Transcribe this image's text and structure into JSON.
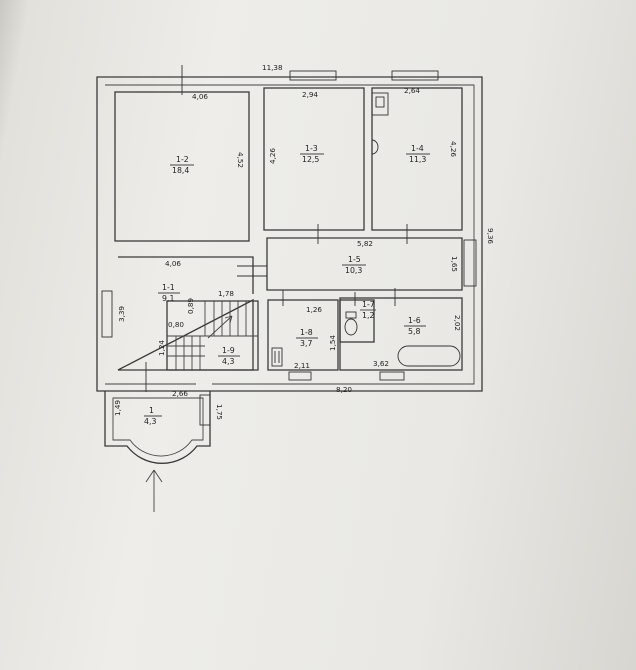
{
  "dimensions": {
    "overall_width": "11,38",
    "overall_height": "9,36",
    "bottom_width": "8,20",
    "r12_top": "4,06",
    "r12_right": "4,52",
    "r13_top": "2,94",
    "r13_left": "4,26",
    "r14_top": "2,64",
    "r14_right": "4,26",
    "corridor_top": "5,82",
    "corridor_right": "1,65",
    "r11_top": "4,06",
    "r11_left": "3,39",
    "stair_width": "1,78",
    "stair_a": "0,89",
    "stair_b": "0,80",
    "stair_c": "1,24",
    "r18_top": "1,26",
    "r18_right": "1,54",
    "r18_bottom": "2,11",
    "r16_right": "2,02",
    "r16_bottom": "3,62",
    "porch_top": "2,66",
    "porch_left": "1,49",
    "porch_right": "1,75"
  },
  "rooms": [
    {
      "id": "1-2",
      "area": "18,4"
    },
    {
      "id": "1-3",
      "area": "12,5"
    },
    {
      "id": "1-4",
      "area": "11,3"
    },
    {
      "id": "1-5",
      "area": "10,3"
    },
    {
      "id": "1-1",
      "area": "9,1"
    },
    {
      "id": "1-9",
      "area": "4,3"
    },
    {
      "id": "1-8",
      "area": "3,7"
    },
    {
      "id": "1-7",
      "area": "1,2"
    },
    {
      "id": "1-6",
      "area": "5,8"
    },
    {
      "id": "1",
      "area": "4,3"
    }
  ]
}
